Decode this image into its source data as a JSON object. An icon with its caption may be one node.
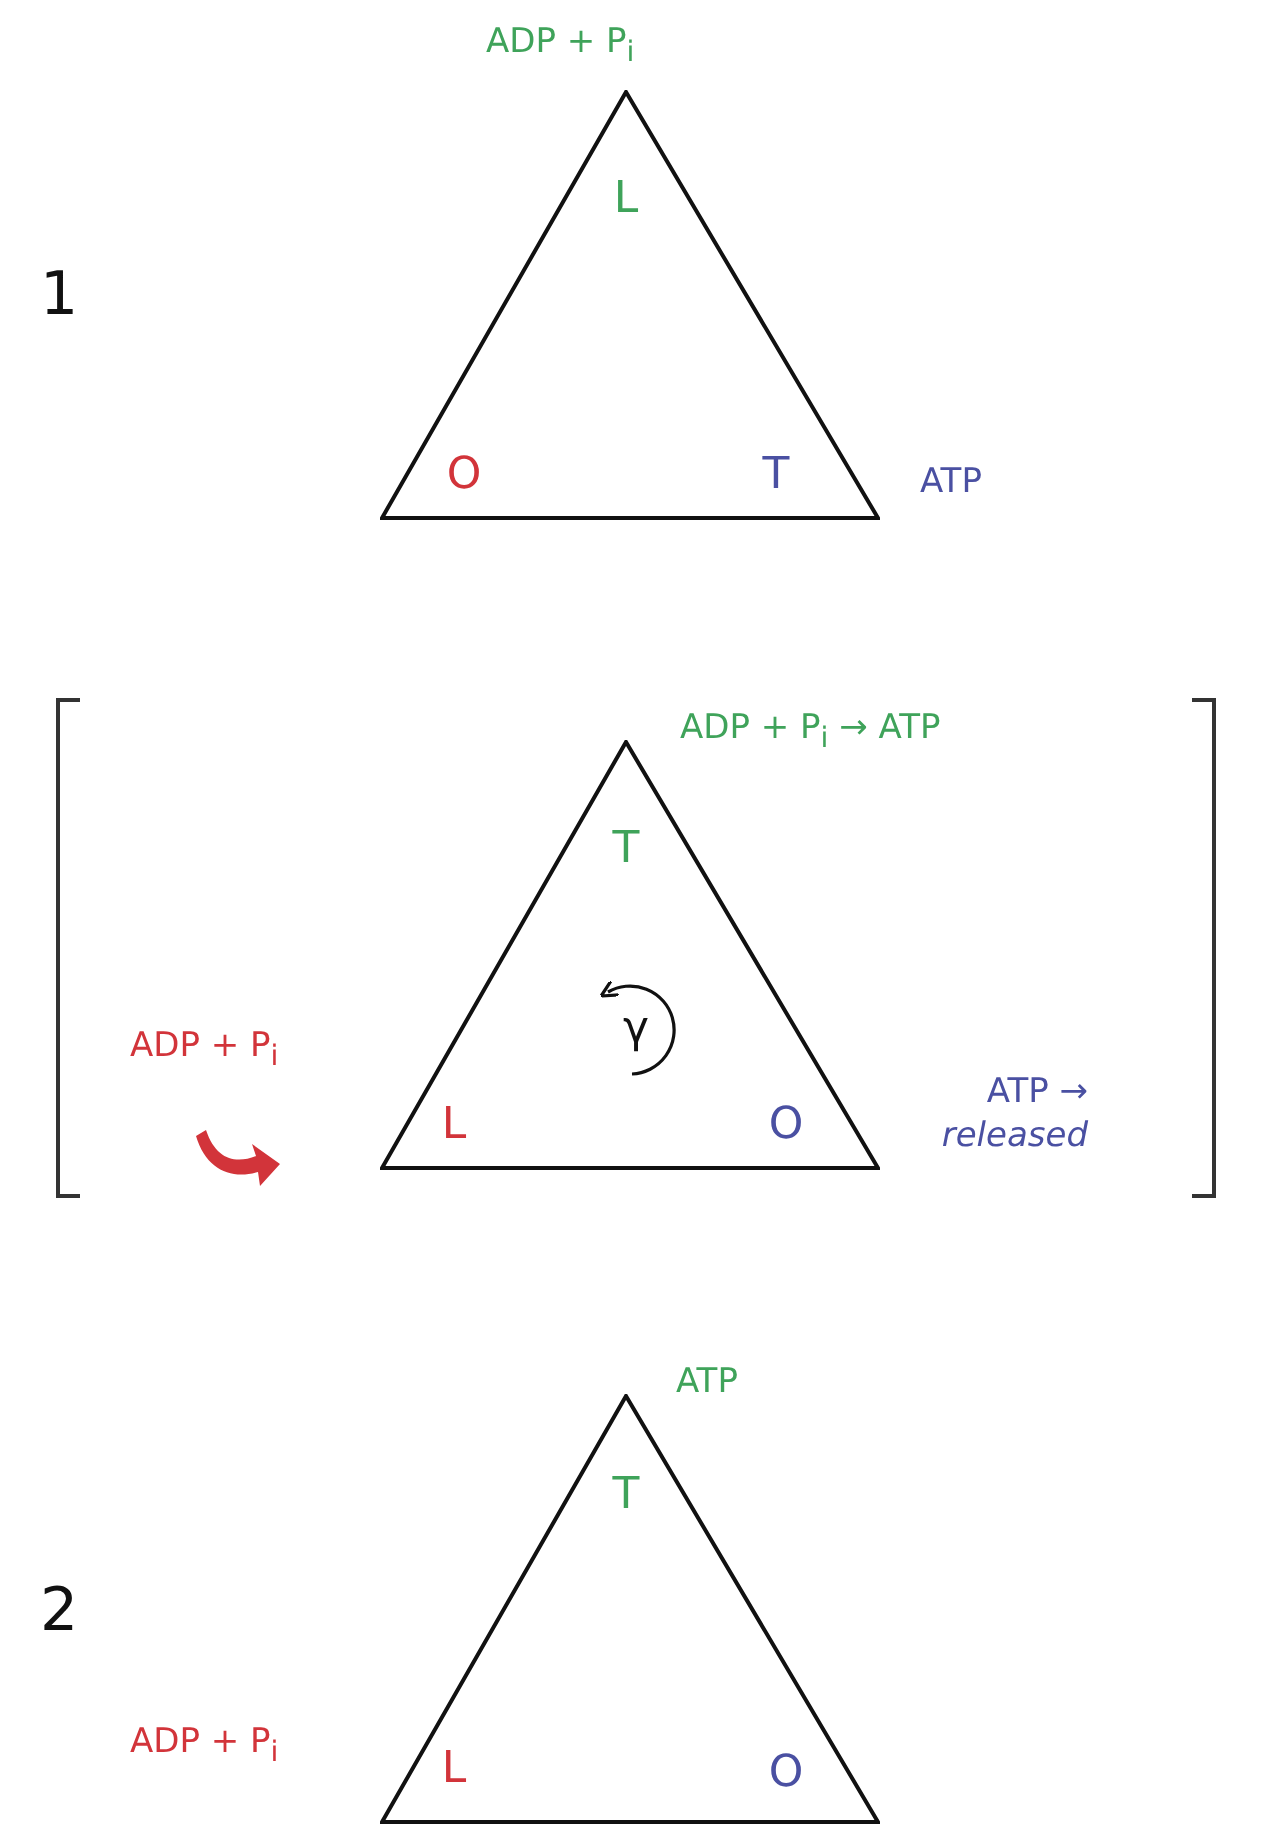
{
  "diagram": {
    "nodes": [
      {
        "text": [
          "L",
          "O",
          "T"
        ],
        "beside": [
          "ADP + P$_{i}$",
          "ATP"
        ]
      },
      {
        "text": [
          "T",
          "γ",
          "L",
          "O"
        ],
        "beside": [
          "ADP + P$_{i}$ → ATP",
          "ADP + P$_{i}$",
          "ATP → *released*"
        ]
      },
      {
        "text": [
          "T",
          "L",
          "O"
        ],
        "beside": [
          "ATP",
          "ADP + P$_{i}$"
        ]
      }
    ],
    "labels": [
      "1",
      "2"
    ]
  }
}
